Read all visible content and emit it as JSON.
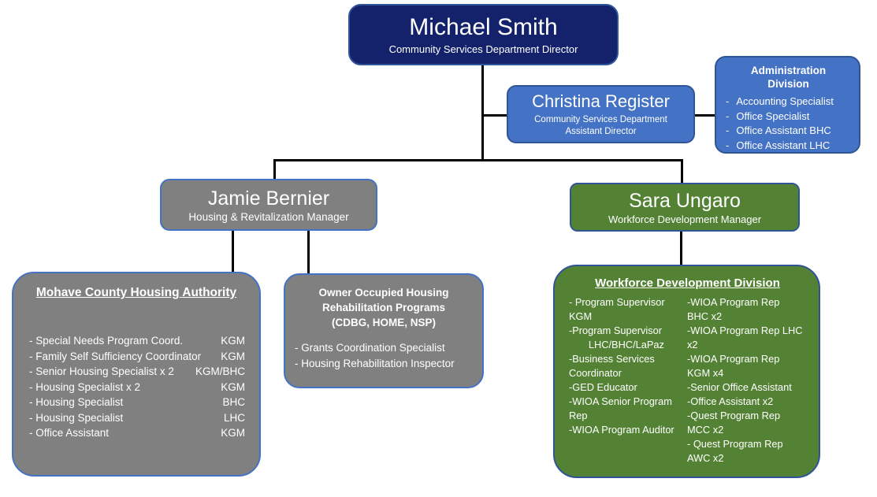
{
  "colors": {
    "director_fill": "#14216b",
    "blue_fill": "#4472c4",
    "blue_border": "#2f5597",
    "gray_fill": "#808080",
    "green_fill": "#548235",
    "connector": "#000000",
    "text": "#ffffff"
  },
  "boxes": {
    "director": {
      "name": "Michael Smith",
      "title": "Community Services Department Director"
    },
    "assistant_director": {
      "name": "Christina Register",
      "title": "Community Services Department\nAssistant Director"
    },
    "administration": {
      "title": "Administration\nDivision",
      "marker": "-",
      "items": [
        "Accounting Specialist",
        "Office Specialist",
        "Office Assistant BHC",
        "Office Assistant LHC"
      ]
    },
    "housing_manager": {
      "name": "Jamie Bernier",
      "title": "Housing & Revitalization Manager"
    },
    "workforce_manager": {
      "name": "Sara Ungaro",
      "title": "Workforce Development Manager"
    },
    "housing_authority": {
      "title": "Mohave County Housing Authority",
      "items": [
        {
          "role": "-  Special Needs Program Coord.",
          "location": "KGM"
        },
        {
          "role": "-  Family Self Sufficiency Coordinator",
          "location": "KGM"
        },
        {
          "role": "-  Senior Housing Specialist x 2",
          "location": "KGM/BHC"
        },
        {
          "role": "-  Housing Specialist x 2",
          "location": "KGM"
        },
        {
          "role": "-  Housing Specialist",
          "location": "BHC"
        },
        {
          "role": "-  Housing Specialist",
          "location": "LHC"
        },
        {
          "role": "-  Office Assistant",
          "location": "KGM"
        }
      ]
    },
    "rehab_programs": {
      "title": "Owner Occupied Housing\nRehabilitation Programs\n(CDBG, HOME, NSP)",
      "items": [
        "- Grants Coordination Specialist",
        "- Housing Rehabilitation Inspector"
      ]
    },
    "workforce_division": {
      "title": "Workforce Development Division",
      "column1": "- Program Supervisor\nKGM\n-Program Supervisor\n       LHC/BHC/LaPaz\n-Business Services\nCoordinator\n-GED Educator\n-WIOA Senior Program\nRep\n-WIOA Program Auditor",
      "column2": "-WIOA Program Rep\nBHC x2\n-WIOA Program Rep LHC\nx2\n-WIOA Program Rep\nKGM x4\n-Senior Office Assistant\n-Office Assistant x2\n-Quest Program Rep\nMCC x2\n- Quest Program Rep\nAWC x2"
    }
  }
}
